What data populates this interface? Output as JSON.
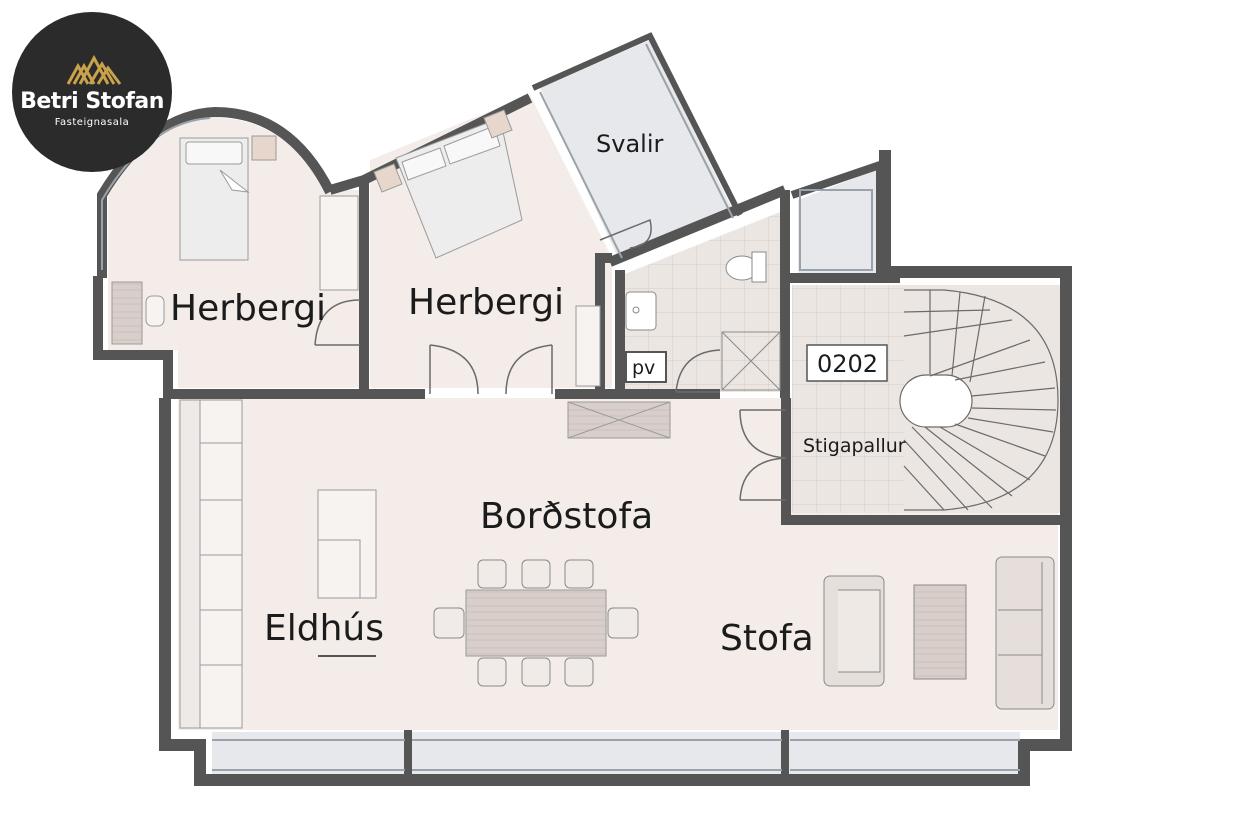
{
  "logo": {
    "title": "Betri Stofan",
    "subtitle": "Fasteignasala",
    "mark_color": "#c9a24a",
    "background": "#2b2b2b"
  },
  "plan": {
    "unit_number": "0202",
    "rooms": {
      "herbergi_left": "Herbergi",
      "herbergi_middle": "Herbergi",
      "svalir": "Svalir",
      "pv": "pv",
      "stigapallur": "Stigapallur",
      "bordstofa": "Borðstofa",
      "eldhus": "Eldhús",
      "stofa": "Stofa"
    },
    "colors": {
      "floor": "#f3ece8",
      "wall": "#555555",
      "tile": "#e7e1de",
      "balcony": "#e6e8eb",
      "furniture": "#e6dedb"
    }
  }
}
